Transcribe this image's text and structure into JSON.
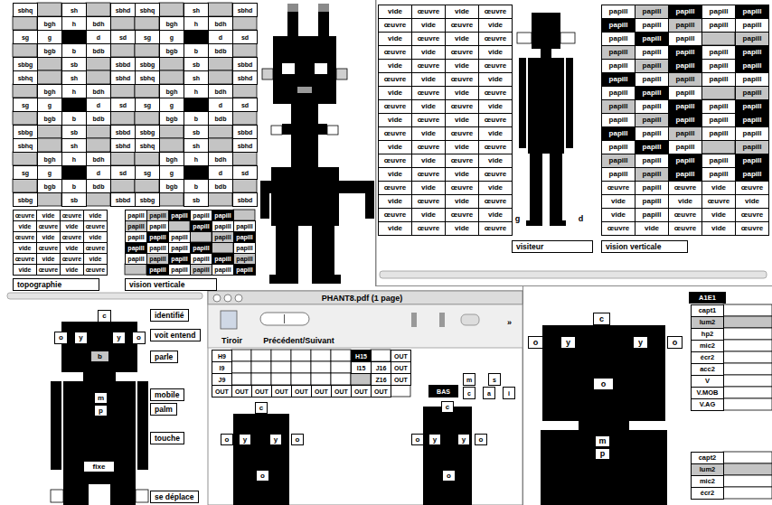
{
  "diagram": {
    "nodes": [
      {
        "text": [
          "topographie"
        ]
      },
      {
        "text": [
          "vision verticale"
        ]
      },
      {
        "text": [
          "visiteur"
        ]
      },
      {
        "text": [
          "vision verticale"
        ]
      },
      {
        "text": [
          "identifié"
        ]
      },
      {
        "text": [
          "voit entend"
        ]
      },
      {
        "text": [
          "parle"
        ]
      },
      {
        "text": [
          "mobile"
        ]
      },
      {
        "text": [
          "palm"
        ]
      },
      {
        "text": [
          "touche"
        ]
      },
      {
        "text": [
          "se déplace"
        ]
      }
    ],
    "labels": [
      "sbhq",
      "sh",
      "sbhd",
      "sbhq",
      "sh",
      "sbhd",
      "bgh",
      "h",
      "bdh",
      "bgh",
      "h",
      "bdh",
      "sg",
      "g",
      "d",
      "sd",
      "sg",
      "g",
      "d",
      "sd",
      "bgb",
      "b",
      "bdb",
      "bgb",
      "b",
      "bdb",
      "sbbg",
      "sb",
      "sbbd",
      "sbbg",
      "sb",
      "sbbd",
      "sbhq",
      "sh",
      "sbhd",
      "sbhq",
      "sh",
      "sbhd",
      "bgh",
      "h",
      "bdh",
      "bgh",
      "h",
      "bdh",
      "sg",
      "g",
      "d",
      "sd",
      "sg",
      "g",
      "d",
      "sd",
      "bgb",
      "b",
      "bdb",
      "bgb",
      "b",
      "bdb",
      "sbbg",
      "sb",
      "sbbd",
      "sbbg",
      "sb",
      "sbbd",
      "sbhq",
      "sh",
      "sbhd",
      "sbhq",
      "sh",
      "sbhd",
      "bgh",
      "h",
      "bdh",
      "bgh",
      "h",
      "bdh",
      "sg",
      "g",
      "d",
      "sd",
      "sg",
      "g",
      "d",
      "sd",
      "bgb",
      "b",
      "bdb",
      "bgb",
      "b",
      "bdb",
      "sbbg",
      "sb",
      "sbbd",
      "sbbg",
      "sb",
      "sbbd",
      "œuvre",
      "vide",
      "œuvre",
      "vide",
      "vide",
      "œuvre",
      "vide",
      "œuvre",
      "œuvre",
      "vide",
      "œuvre",
      "vide",
      "vide",
      "œuvre",
      "vide",
      "œuvre",
      "œuvre",
      "vide",
      "œuvre",
      "vide",
      "vide",
      "œuvre",
      "vide",
      "œuvre",
      "papill",
      "papill",
      "papill",
      "papill",
      "papill",
      "papill",
      "papill",
      "papill",
      "papill",
      "papill",
      "papill",
      "papill",
      "papill",
      "papill",
      "papill",
      "papill",
      "papill",
      "papill",
      "papill",
      "papill",
      "papill",
      "papill",
      "papill",
      "papill",
      "papill",
      "papill",
      "papill",
      "papill",
      "papill",
      "papill",
      "papill",
      "vide",
      "œuvre",
      "vide",
      "œuvre",
      "œuvre",
      "vide",
      "œuvre",
      "vide",
      "vide",
      "œuvre",
      "vide",
      "œuvre",
      "œuvre",
      "vide",
      "œuvre",
      "vide",
      "vide",
      "œuvre",
      "vide",
      "œuvre",
      "œuvre",
      "vide",
      "œuvre",
      "vide",
      "vide",
      "œuvre",
      "vide",
      "œuvre",
      "œuvre",
      "vide",
      "œuvre",
      "vide",
      "vide",
      "œuvre",
      "vide",
      "œuvre",
      "œuvre",
      "vide",
      "œuvre",
      "vide",
      "vide",
      "œuvre",
      "vide",
      "œuvre",
      "œuvre",
      "vide",
      "œuvre",
      "vide",
      "vide",
      "œuvre",
      "vide",
      "œuvre",
      "œuvre",
      "vide",
      "œuvre",
      "vide",
      "vide",
      "œuvre",
      "vide",
      "œuvre",
      "œuvre",
      "vide",
      "œuvre",
      "vide",
      "vide",
      "œuvre",
      "vide",
      "œuvre",
      "papill",
      "papill",
      "papill",
      "papill",
      "papill",
      "papill",
      "papill",
      "papill",
      "papill",
      "papill",
      "papill",
      "papill",
      "papill",
      "papill",
      "papill",
      "papill",
      "papill",
      "papill",
      "papill",
      "papill",
      "papill",
      "papill",
      "papill",
      "papill",
      "papill",
      "papill",
      "papill",
      "papill",
      "papill",
      "papill",
      "papill",
      "papill",
      "papill",
      "papill",
      "papill",
      "papill",
      "papill",
      "papill",
      "papill",
      "papill",
      "papill",
      "papill",
      "papill",
      "papill",
      "papill",
      "papill",
      "papill",
      "papill",
      "papill",
      "papill",
      "papill",
      "papill",
      "papill",
      "papill",
      "papill",
      "papill",
      "papill",
      "papill",
      "papill",
      "papill",
      "papill",
      "papill",
      "œuvre",
      "papill",
      "œuvre",
      "vide",
      "œuvre",
      "vide",
      "papill",
      "vide",
      "œuvre",
      "vide",
      "vide",
      "papill",
      "œuvre",
      "vide",
      "œuvre",
      "œuvre",
      "vide",
      "œuvre",
      "vide",
      "œuvre",
      "g",
      "d",
      "c",
      "o",
      "y",
      "y",
      "o",
      "b",
      "m",
      "p",
      "fixe",
      "PHANT8.pdf (1 page)",
      "Tiroir",
      "Précédent/Suivant",
      "»",
      "H9",
      "H15",
      "OUT",
      "I9",
      "I15",
      "J16",
      "OUT",
      "J9",
      "Z16",
      "OUT",
      "OUT",
      "OUT",
      "OUT",
      "OUT",
      "OUT",
      "OUT",
      "OUT",
      "OUT",
      "OUT",
      "BAS",
      "m",
      "s",
      "c",
      "a",
      "i",
      "c",
      "o",
      "y",
      "y",
      "o",
      "o",
      "c",
      "o",
      "y",
      "y",
      "o",
      "o",
      "c",
      "o",
      "y",
      "y",
      "o",
      "o",
      "m",
      "p",
      "A1E1",
      "capt1",
      "lum2",
      "hp2",
      "mic2",
      "écr2",
      "acc2",
      "V",
      "V.MOB",
      "V.AG",
      "capt2",
      "lum2",
      "mic2",
      "écr2"
    ]
  }
}
